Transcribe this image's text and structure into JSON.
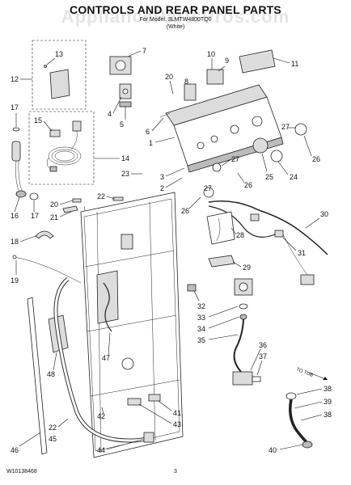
{
  "header": {
    "watermark": "AppliancePartsPros.com",
    "title": "CONTROLS AND REAR PANEL PARTS",
    "subtitle": "For Model: 3LMTW4800TQ0",
    "color": "(White)"
  },
  "footer": {
    "doc_number": "W10138468",
    "page_number": "3"
  },
  "labels": {
    "to_tub": "TO TUB"
  },
  "callouts": {
    "c1": "1",
    "c2": "2",
    "c3": "3",
    "c4": "4",
    "c5": "5",
    "c6": "6",
    "c7": "7",
    "c8": "8",
    "c9": "9",
    "c10": "10",
    "c11": "11",
    "c12": "12",
    "c13": "13",
    "c14": "14",
    "c15": "15",
    "c16": "16",
    "c17a": "17",
    "c17b": "17",
    "c18": "18",
    "c19": "19",
    "c20a": "20",
    "c20b": "20",
    "c21": "21",
    "c22a": "22",
    "c22b": "22",
    "c23": "23",
    "c24": "24",
    "c25": "25",
    "c26a": "26",
    "c26b": "26",
    "c26c": "26",
    "c27a": "27",
    "c27b": "27",
    "c27c": "27",
    "c28": "28",
    "c29": "29",
    "c30": "30",
    "c31": "31",
    "c32": "32",
    "c33": "33",
    "c34": "34",
    "c35": "35",
    "c36": "36",
    "c37": "37",
    "c38a": "38",
    "c38b": "38",
    "c39": "39",
    "c40": "40",
    "c41": "41",
    "c42": "42",
    "c43": "43",
    "c44": "44",
    "c45": "45",
    "c46": "46",
    "c47": "47",
    "c48": "48"
  }
}
